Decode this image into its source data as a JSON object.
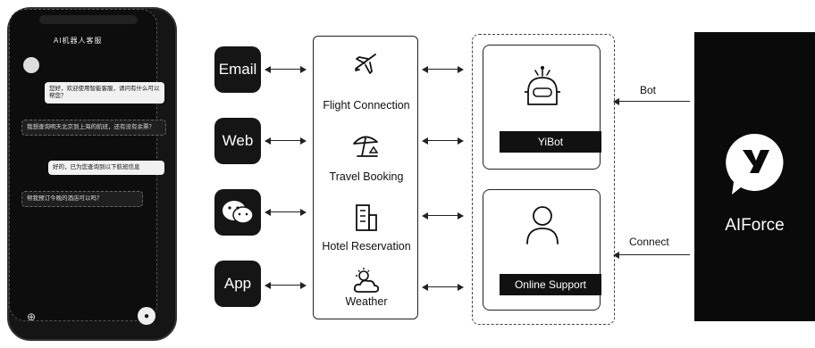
{
  "phone": {
    "title": "AI机器人客服",
    "messages": [
      "您好，欢迎使用智能客服，请问有什么可以帮您？",
      "我想查询明天北京到上海的航班，还有没有余票？",
      "好的，已为您查询到以下航班信息",
      "帮我预订今晚的酒店可以吗？"
    ]
  },
  "channels": [
    {
      "label": "Email",
      "icon": "email-icon"
    },
    {
      "label": "Web",
      "icon": "web-icon"
    },
    {
      "label": "",
      "icon": "wechat-icon"
    },
    {
      "label": "App",
      "icon": "app-icon"
    }
  ],
  "services": [
    {
      "label": "Flight Connection",
      "icon": "airplane-icon"
    },
    {
      "label": "Travel Booking",
      "icon": "beach-umbrella-icon"
    },
    {
      "label": "Hotel Reservation",
      "icon": "hotel-building-icon"
    },
    {
      "label": "Weather",
      "icon": "weather-icon"
    }
  ],
  "agents": {
    "bot": {
      "label": "YiBot",
      "icon": "robot-icon"
    },
    "human": {
      "label": "Online Support",
      "icon": "person-icon"
    }
  },
  "platform": {
    "name": "AIForce",
    "logo_letter": "Y"
  },
  "connections": {
    "bot_label": "Bot",
    "connect_label": "Connect"
  }
}
